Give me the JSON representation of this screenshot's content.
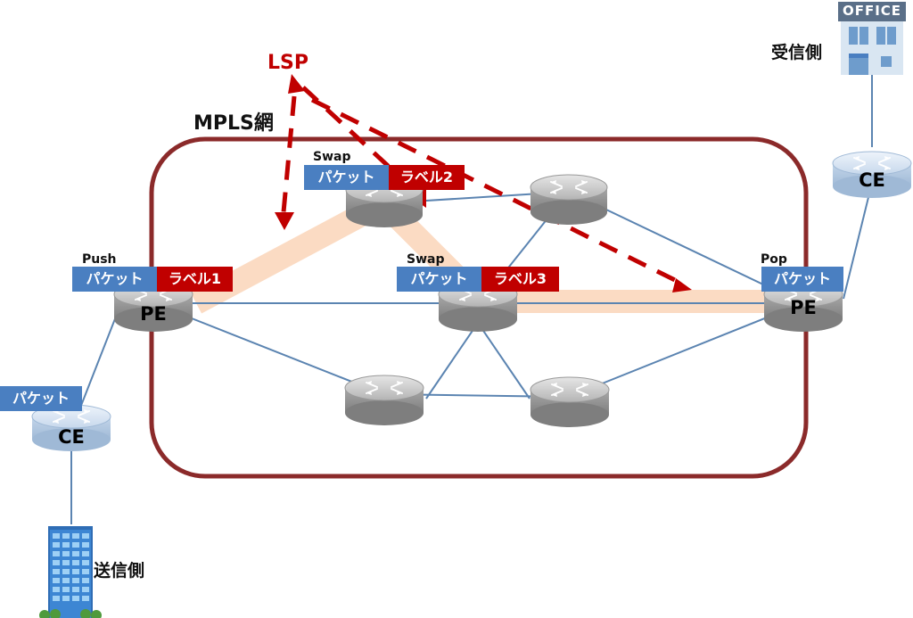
{
  "network_title": "MPLS網",
  "lsp_label": "LSP",
  "colors": {
    "network_border": "#8b2a2a",
    "lsp_arrow": "#c00000",
    "path_highlight": "#fbd7bd",
    "link": "#5b84b1",
    "packet": "#4a7fc1",
    "label": "#c00000"
  },
  "sender": {
    "label": "送信側",
    "icon": "building-icon"
  },
  "receiver": {
    "label": "受信側",
    "sign": "OFFICE",
    "icon": "office-icon"
  },
  "routers": {
    "ce_sender": {
      "label": "CE"
    },
    "ce_receiver": {
      "label": "CE"
    },
    "pe_ingress": {
      "label": "PE",
      "role": "Push"
    },
    "pe_egress": {
      "label": "PE",
      "role": "Pop"
    },
    "p_top": {
      "role": "Swap"
    },
    "p_mid": {
      "role": "Swap"
    }
  },
  "packets": {
    "ce_sender": {
      "packet": "パケット"
    },
    "pe_ingress": {
      "packet": "パケット",
      "label": "ラベル1"
    },
    "p_top": {
      "packet": "パケット",
      "label": "ラベル2"
    },
    "p_mid": {
      "packet": "パケット",
      "label": "ラベル3"
    },
    "pe_egress": {
      "packet": "パケット"
    }
  }
}
